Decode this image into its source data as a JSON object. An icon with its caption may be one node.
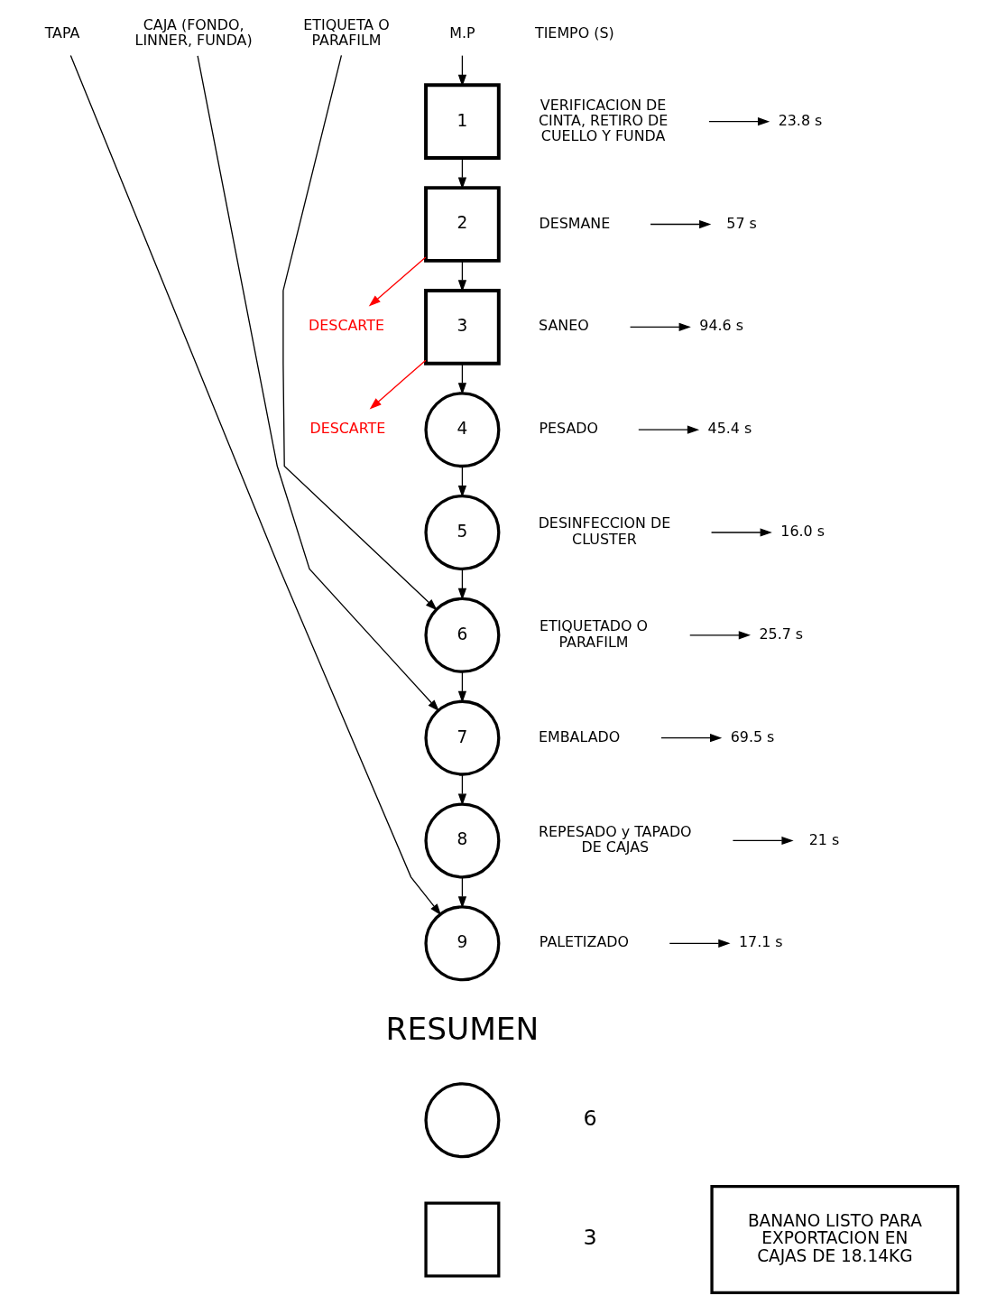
{
  "diagram": {
    "nodes": [
      {
        "text": [
          "TAPA"
        ]
      },
      {
        "text": [
          "CAJA (FONDO, LINNER, FUNDA)"
        ]
      },
      {
        "text": [
          "ETIQUETA O PARAFILM"
        ]
      },
      {
        "text": [
          "M.P"
        ]
      },
      {
        "text": [
          "1"
        ],
        "beside": [
          "VERIFICACION DE CINTA, RETIRO DE CUELLO Y FUNDA"
        ]
      },
      {
        "text": [
          "23.8 s"
        ]
      },
      {
        "text": [
          "2"
        ],
        "beside": [
          "DESMANE"
        ]
      },
      {
        "text": [
          "57 s"
        ]
      },
      {
        "text": [
          "DESCARTE"
        ]
      },
      {
        "text": [
          "3"
        ],
        "beside": [
          "SANEO"
        ]
      },
      {
        "text": [
          "94.6 s"
        ]
      },
      {
        "text": [
          "DESCARTE"
        ]
      },
      {
        "text": [
          "4"
        ],
        "beside": [
          "PESADO"
        ]
      },
      {
        "text": [
          "45.4 s"
        ]
      },
      {
        "text": [
          "5"
        ],
        "beside": [
          "DESINFECCION DE CLUSTER"
        ]
      },
      {
        "text": [
          "16.0 s"
        ]
      },
      {
        "text": [
          "6"
        ],
        "beside": [
          "ETIQUETADO O PARAFILM"
        ]
      },
      {
        "text": [
          "25.7 s"
        ]
      },
      {
        "text": [
          "7"
        ],
        "beside": [
          "EMBALADO"
        ]
      },
      {
        "text": [
          "69.5 s"
        ]
      },
      {
        "text": [
          "8"
        ],
        "beside": [
          "REPESADO y TAPADO DE CAJAS"
        ]
      },
      {
        "text": [
          "21 s"
        ]
      },
      {
        "text": [
          "9"
        ],
        "beside": [
          "PALETIZADO"
        ]
      },
      {
        "text": [
          "17.1 s"
        ]
      },
      {
        "text": [
          "BANANO LISTO PARA EXPORTACION EN CAJAS DE 18.14KG"
        ]
      },
      {
        "text": [],
        "shape": "circle"
      },
      {
        "text": [],
        "shape": "box"
      }
    ],
    "edges": [
      {
        "from": 0,
        "to": 22,
        "arrow": "to"
      },
      {
        "from": 1,
        "to": 18,
        "arrow": "to"
      },
      {
        "from": 2,
        "to": 16,
        "arrow": "to"
      },
      {
        "from": 3,
        "to": 4,
        "arrow": "to"
      },
      {
        "from": 4,
        "to": 6,
        "arrow": "to"
      },
      {
        "from": 6,
        "to": 8,
        "arrow": "to",
        "color": "#ff0000"
      },
      {
        "from": 6,
        "to": 9,
        "arrow": "to"
      },
      {
        "from": 9,
        "to": 11,
        "arrow": "to",
        "color": "#ff0000"
      },
      {
        "from": 9,
        "to": 12,
        "arrow": "to"
      },
      {
        "from": 12,
        "to": 14,
        "arrow": "to"
      },
      {
        "from": 14,
        "to": 16,
        "arrow": "to"
      },
      {
        "from": 16,
        "to": 18,
        "arrow": "to"
      },
      {
        "from": 18,
        "to": 20,
        "arrow": "to"
      },
      {
        "from": 20,
        "to": 22,
        "arrow": "to"
      },
      {
        "from": null,
        "to": 5,
        "arrow": "to"
      },
      {
        "from": null,
        "to": 7,
        "arrow": "to"
      },
      {
        "from": null,
        "to": 10,
        "arrow": "to"
      },
      {
        "from": null,
        "to": 13,
        "arrow": "to"
      },
      {
        "from": null,
        "to": 15,
        "arrow": "to"
      },
      {
        "from": null,
        "to": 17,
        "arrow": "to"
      },
      {
        "from": null,
        "to": 19,
        "arrow": "to"
      },
      {
        "from": null,
        "to": 21,
        "arrow": "to"
      },
      {
        "from": null,
        "to": 23,
        "arrow": "to"
      }
    ],
    "labels": [
      "TIEMPO (S)",
      "RESUMEN",
      "6",
      "3"
    ]
  }
}
